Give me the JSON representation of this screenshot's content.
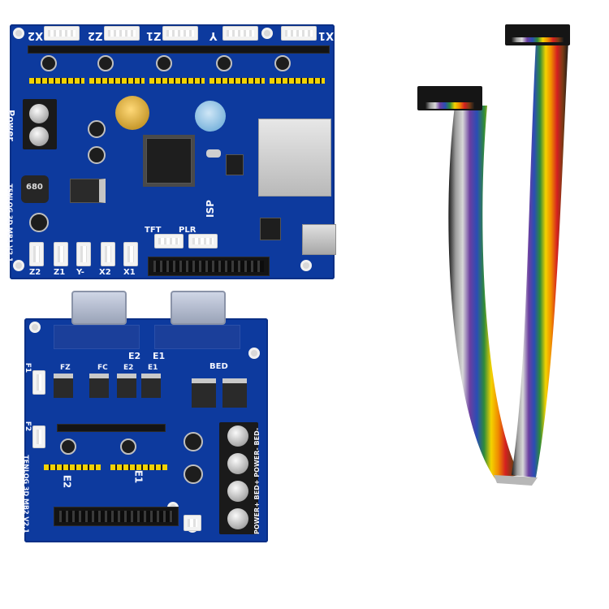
{
  "board_top": {
    "header_labels": [
      "X2",
      "Z2",
      "Z1",
      "Y",
      "X1"
    ],
    "side_label": "Power",
    "model_label": "TENLOG 3D MB1 V2.1",
    "bottom_labels": [
      "Z2",
      "Z1",
      "Y-",
      "X2",
      "X1"
    ],
    "center_labels": [
      "ISP",
      "TFT",
      "PLR",
      "680"
    ]
  },
  "board_bottom": {
    "header_labels": [
      "E2",
      "E1",
      "BED"
    ],
    "mosfet_labels": [
      "FZ",
      "FC",
      "E2",
      "E1"
    ],
    "side_labels": [
      "F1",
      "F2"
    ],
    "driver_labels": [
      "E2",
      "E1"
    ],
    "terminal_label": "POWER+ BED+ POWER- BED-",
    "model_label": "TENLOG 3D MB2 V2.1"
  },
  "ribbon_colors": [
    "#1a1a1a",
    "#9c9c9c",
    "#d8d8d8",
    "#6b3fa0",
    "#2a4db5",
    "#2e8b3a",
    "#f4d300",
    "#f08a00",
    "#d42020",
    "#7a3b14"
  ]
}
